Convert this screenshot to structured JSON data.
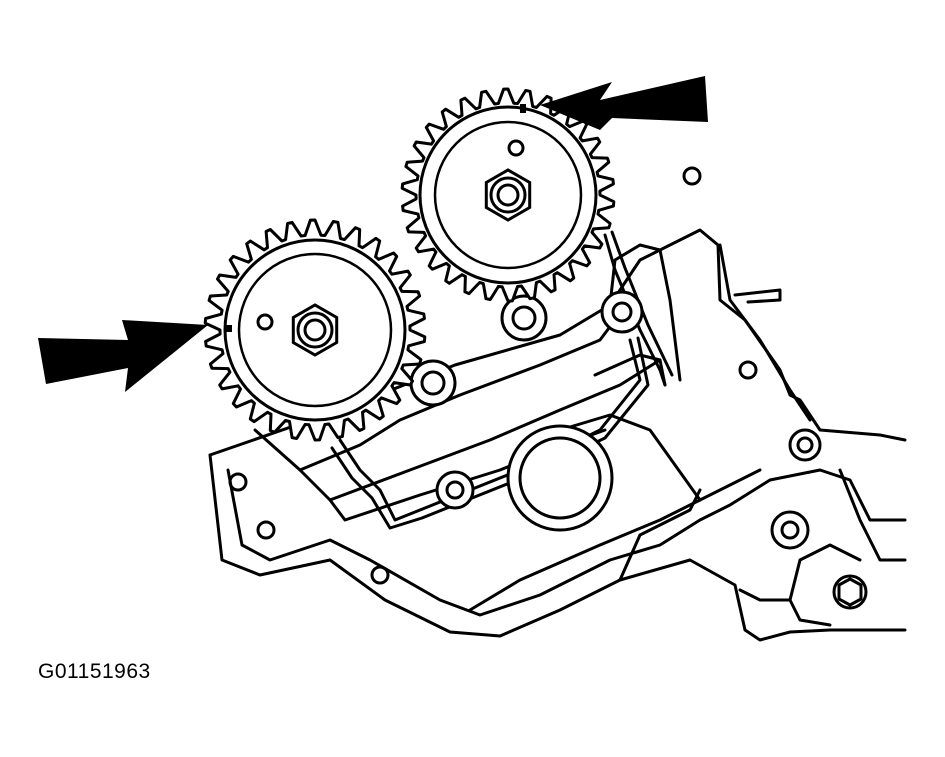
{
  "figure": {
    "id_label": "G01151963",
    "subject": "engine-timing-camshaft-sprockets",
    "callouts": [
      "arrow-upper-sprocket-timing-mark",
      "arrow-lower-sprocket-timing-mark"
    ]
  },
  "colors": {
    "ink": "#000000",
    "paper": "#ffffff"
  }
}
